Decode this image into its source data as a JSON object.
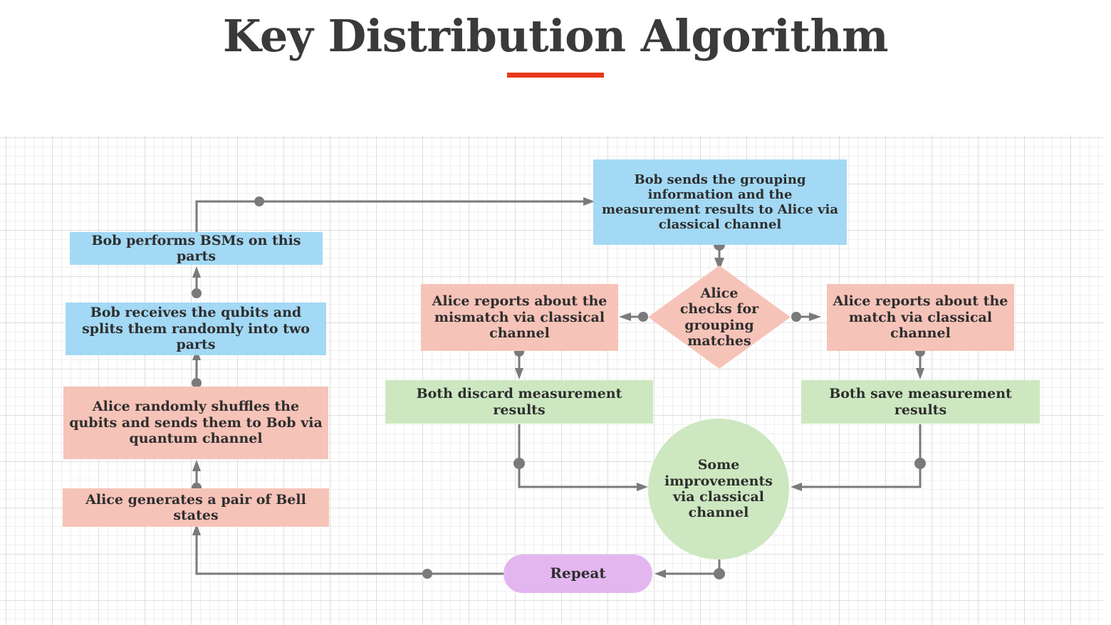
{
  "header": {
    "title": "Key Distribution Algorithm",
    "underline_color": "#e8391a"
  },
  "palette": {
    "blue": "#a3d9f5",
    "pink": "#f6c3b8",
    "green": "#cde8c0",
    "purple": "#e3b6f0",
    "connector": "#7a7a7a",
    "text": "#2e2e2e",
    "grid_minor": "#f0f0f0",
    "grid_major": "#dedede",
    "background": "#ffffff"
  },
  "chart_data": {
    "type": "diagram",
    "title": "Key Distribution Algorithm",
    "nodes": [
      {
        "id": "bob-sends",
        "label": "Bob sends the grouping information and the measurement results to Alice via classical channel",
        "shape": "rect",
        "color": "#a3d9f5"
      },
      {
        "id": "bob-bsm",
        "label": "Bob performs BSMs on this parts",
        "shape": "rect",
        "color": "#a3d9f5"
      },
      {
        "id": "bob-receives",
        "label": "Bob receives the qubits and splits them randomly into two parts",
        "shape": "rect",
        "color": "#a3d9f5"
      },
      {
        "id": "alice-shuffles",
        "label": "Alice randomly shuffles the qubits and sends them to Bob via quantum channel",
        "shape": "rect",
        "color": "#f6c3b8"
      },
      {
        "id": "alice-generates",
        "label": "Alice generates a pair of Bell states",
        "shape": "rect",
        "color": "#f6c3b8"
      },
      {
        "id": "alice-checks",
        "label": "Alice checks for grouping matches",
        "shape": "diamond",
        "color": "#f6c3b8"
      },
      {
        "id": "reports-mismatch",
        "label": "Alice reports about the mismatch via classical channel",
        "shape": "rect",
        "color": "#f6c3b8"
      },
      {
        "id": "reports-match",
        "label": "Alice reports about the match via classical channel",
        "shape": "rect",
        "color": "#f6c3b8"
      },
      {
        "id": "discard-results",
        "label": "Both discard measurement results",
        "shape": "rect",
        "color": "#cde8c0"
      },
      {
        "id": "save-results",
        "label": "Both save measurement results",
        "shape": "rect",
        "color": "#cde8c0"
      },
      {
        "id": "improvements",
        "label": "Some improvements via classical channel",
        "shape": "circle",
        "color": "#cde8c0"
      },
      {
        "id": "repeat",
        "label": "Repeat",
        "shape": "pill",
        "color": "#e3b6f0"
      }
    ],
    "edges": [
      {
        "from": "alice-generates",
        "to": "alice-shuffles"
      },
      {
        "from": "alice-shuffles",
        "to": "bob-receives"
      },
      {
        "from": "bob-receives",
        "to": "bob-bsm"
      },
      {
        "from": "bob-bsm",
        "to": "bob-sends"
      },
      {
        "from": "bob-sends",
        "to": "alice-checks"
      },
      {
        "from": "alice-checks",
        "to": "reports-mismatch"
      },
      {
        "from": "alice-checks",
        "to": "reports-match"
      },
      {
        "from": "reports-mismatch",
        "to": "discard-results"
      },
      {
        "from": "reports-match",
        "to": "save-results"
      },
      {
        "from": "discard-results",
        "to": "improvements"
      },
      {
        "from": "save-results",
        "to": "improvements"
      },
      {
        "from": "improvements",
        "to": "repeat"
      },
      {
        "from": "repeat",
        "to": "alice-generates"
      }
    ]
  }
}
